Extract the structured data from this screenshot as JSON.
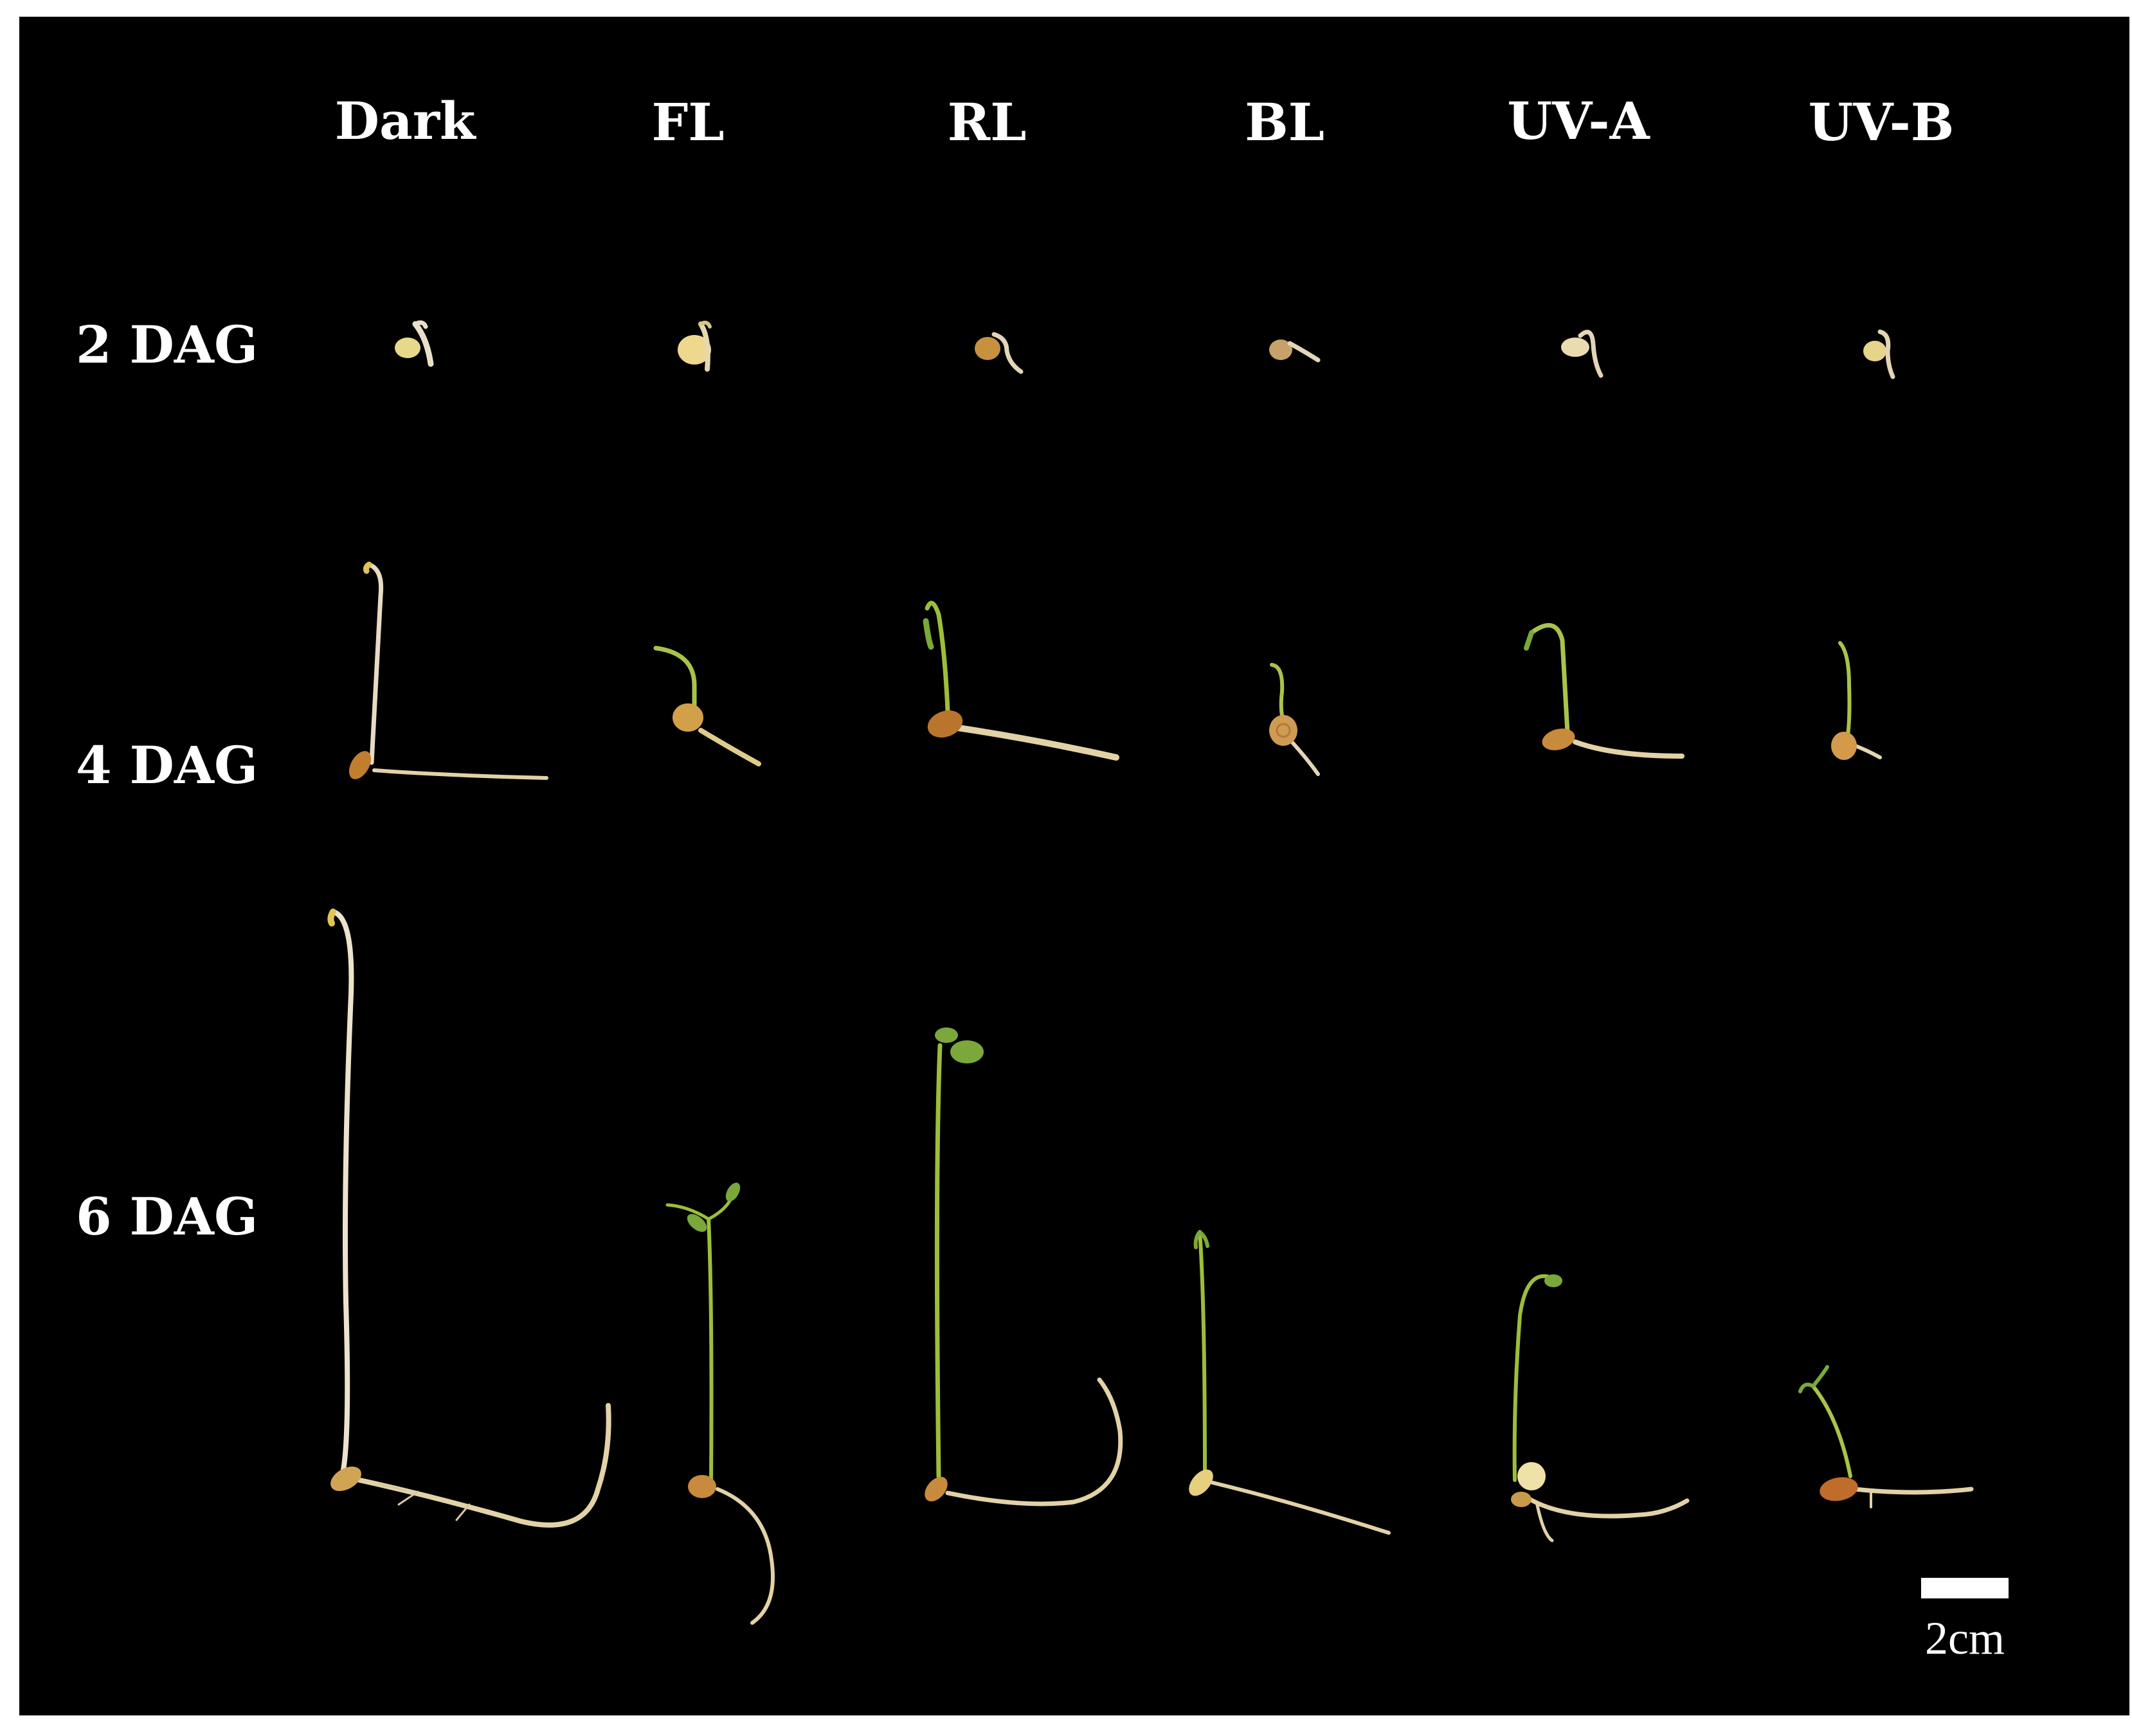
{
  "columns": [
    "Dark",
    "FL",
    "RL",
    "BL",
    "UV-A",
    "UV-B"
  ],
  "rows": [
    "2 DAG",
    "4 DAG",
    "6 DAG"
  ],
  "scale_bar": {
    "label": "2cm"
  },
  "colors": {
    "background": "#000000",
    "text": "#ffffff",
    "seed_pale": "#e8d98a",
    "seed_tan": "#c8913f",
    "seed_brown": "#b9752b",
    "etiolated_stem": "#e7dcc3",
    "green_stem": "#9dbd3a",
    "leaf": "#7aa83a",
    "root": "#e2d2a6"
  },
  "icons": [
    "seedling-image"
  ]
}
